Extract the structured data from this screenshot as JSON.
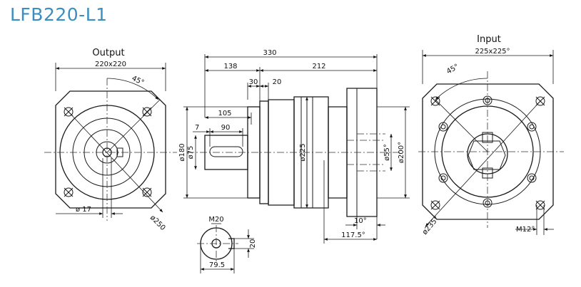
{
  "title": "LFB220-L1",
  "output": {
    "heading": "Output",
    "size": "220x220",
    "angle": "45°",
    "bore": "ø 17",
    "pcd": "ø250"
  },
  "side": {
    "total": "330",
    "output_len": "138",
    "input_len": "212",
    "flange_w": "30",
    "gap_w": "20",
    "shaft_105": "105",
    "key_offset": "7",
    "key_len": "90",
    "dia_180": "ø180",
    "dia_75": "ø75",
    "dia_225": "ø225",
    "dia_55": "ø55°",
    "dia_200": "ø200°",
    "len_10": "10°",
    "len_117": "117.5°"
  },
  "section": {
    "thread": "M20",
    "key_h": "20",
    "width": "79.5"
  },
  "input": {
    "heading": "Input",
    "size": "225x225°",
    "angle": "45°",
    "pcd": "ø235°",
    "thread": "M12°"
  }
}
